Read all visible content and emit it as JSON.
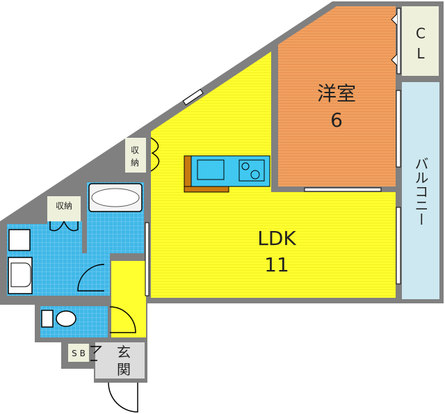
{
  "rooms": {
    "western": {
      "name": "洋室",
      "size": "6"
    },
    "closet": {
      "name_line1": "C",
      "name_line2": "L"
    },
    "balcony": {
      "name": "バルコニー"
    },
    "ldk": {
      "name": "LDK",
      "size": "11"
    },
    "storage_ldk": {
      "line1": "収",
      "line2": "納"
    },
    "storage_wash": {
      "name": "収納"
    },
    "shoe_box": {
      "name": "S B"
    },
    "entrance": {
      "line1": "玄",
      "line2": "関"
    }
  },
  "colors": {
    "wall": "#808080",
    "western": "#f0a060",
    "ldk": "#ffff30",
    "tile": "#40b8e8",
    "balcony": "#cde8f0",
    "storage": "#eef0dc",
    "entrance": "#dcdcdc",
    "kitchen": "#40c8f0",
    "counter": "#c87a10"
  }
}
